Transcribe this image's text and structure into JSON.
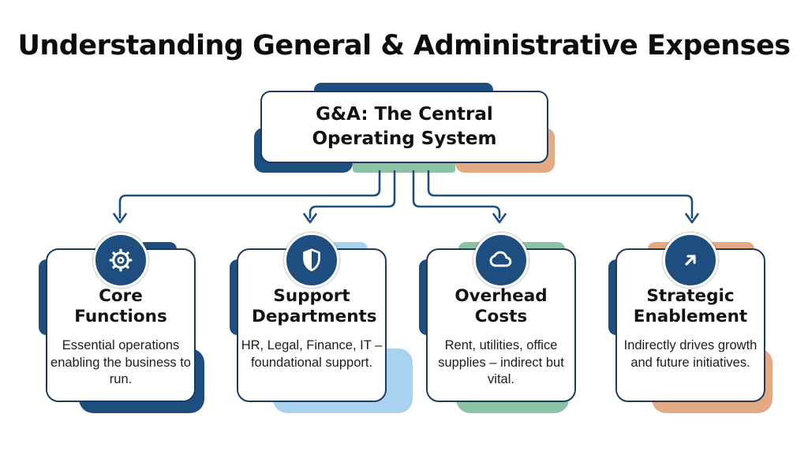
{
  "title": "Understanding General & Administrative Expenses",
  "central": {
    "line1": "G&A: The Central",
    "line2": "Operating System"
  },
  "colors": {
    "navy": "#1E4E80",
    "border_navy": "#1C3B5E",
    "light_blue": "#A9D2EF",
    "green": "#8CC3A4",
    "peach": "#E3AA83",
    "connector_line": "#1E4E80",
    "text_black": "#111111"
  },
  "cards": [
    {
      "icon": "gear-icon",
      "title": "Core Functions",
      "description": "Essential operations enabling the business to run.",
      "accent_color": "#1E4E80"
    },
    {
      "icon": "shield-icon",
      "title": "Support Departments",
      "description": "HR, Legal, Finance, IT – foundational support.",
      "accent_color": "#A9D2EF"
    },
    {
      "icon": "cloud-icon",
      "title": "Overhead Costs",
      "description": "Rent, utilities, office supplies – indirect but vital.",
      "accent_color": "#8CC3A4"
    },
    {
      "icon": "arrow-up-right-icon",
      "title": "Strategic Enablement",
      "description": "Indirectly drives growth and future initiatives.",
      "accent_color": "#E3AA83"
    }
  ]
}
